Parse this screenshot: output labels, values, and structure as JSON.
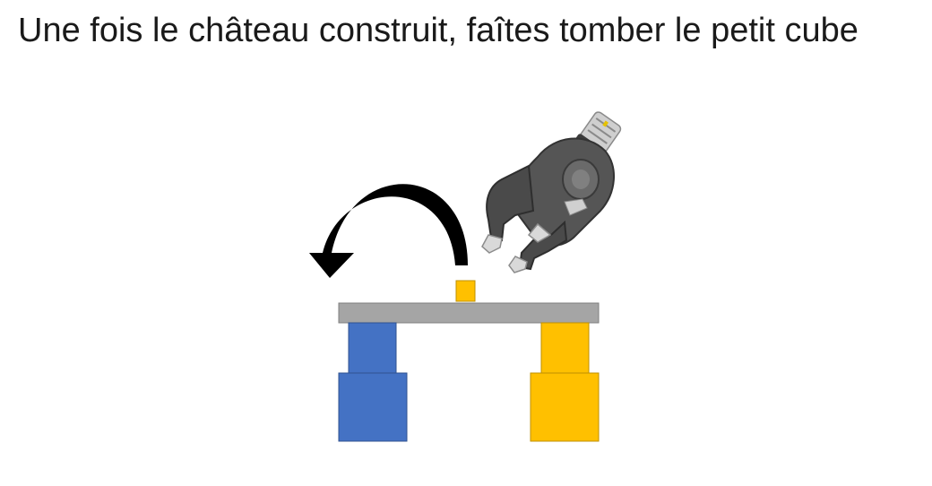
{
  "slide": {
    "title": "Une fois le château construit, faîtes tomber le petit cube"
  },
  "scene": {
    "objects": [
      "robotic-gripper",
      "curved-arrow",
      "small-cube",
      "bridge-plank",
      "blue-pillar",
      "yellow-pillar"
    ],
    "colors": {
      "blue_block": "#4472C4",
      "blue_block_border": "#2F528F",
      "yellow_block": "#FFC000",
      "yellow_block_border": "#BF9000",
      "plank": "#A5A5A5",
      "plank_border": "#7F7F7F",
      "arrow": "#000000",
      "gripper_dark": "#4a4a4a",
      "gripper_light": "#d9d9d9"
    }
  }
}
